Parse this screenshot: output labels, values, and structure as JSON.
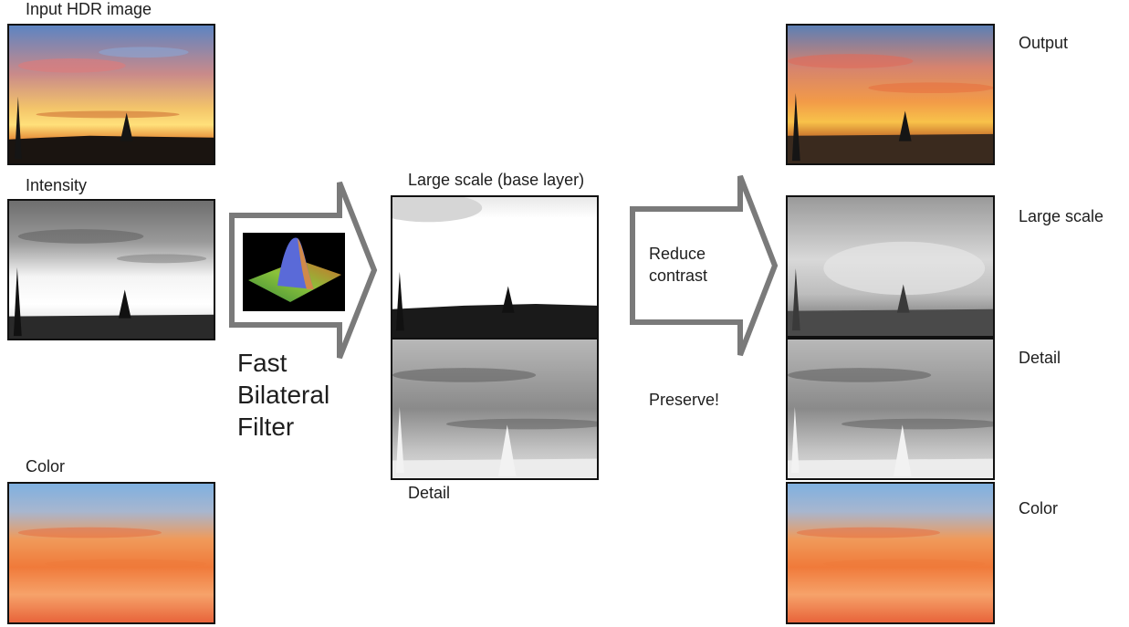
{
  "labels": {
    "input_hdr": "Input HDR image",
    "intensity": "Intensity",
    "color_left": "Color",
    "filter_line1": "Fast",
    "filter_line2": "Bilateral",
    "filter_line3": "Filter",
    "large_scale_base": "Large scale (base layer)",
    "detail_middle": "Detail",
    "reduce_line1": "Reduce",
    "reduce_line2": "contrast",
    "preserve": "Preserve!",
    "output": "Output",
    "large_scale_right": "Large scale",
    "detail_right": "Detail",
    "color_right": "Color"
  },
  "colors": {
    "arrow_stroke": "#7a7a7a",
    "panel_border": "#111111",
    "sky_blue": "#7fa8d8",
    "sunset_orange": "#f0903a",
    "sunset_yellow": "#ffd24a",
    "silhouette": "#151515"
  }
}
